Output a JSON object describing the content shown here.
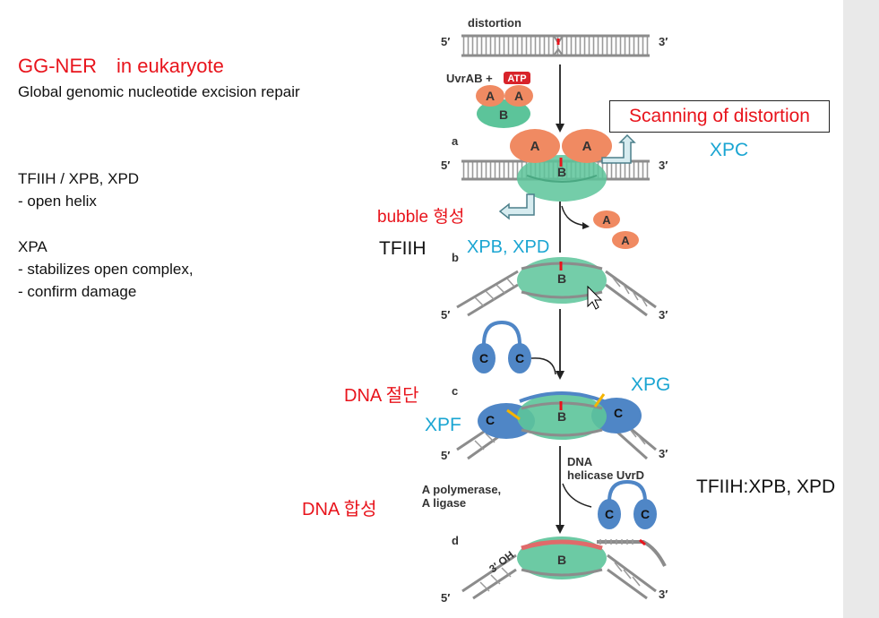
{
  "slide": {
    "title_part1": "GG-NER",
    "title_part2": "in eukaryote",
    "subtitle": "Global genomic nucleotide excision repair",
    "notes": [
      "TFIIH / XPB, XPD",
      "-  open helix",
      "XPA",
      "- stabilizes open complex,",
      "- confirm damage"
    ]
  },
  "overlays": {
    "scanning": "Scanning of distortion",
    "xpc": "XPC",
    "bubble": "bubble 형성",
    "tfiih": "TFIIH",
    "xpb_xpd": "XPB, XPD",
    "dna_cut": "DNA 절단",
    "xpg": "XPG",
    "xpf": "XPF",
    "dna_synth": "DNA 합성",
    "tfiih_xpb_xpd": "TFIIH:XPB, XPD"
  },
  "diagram": {
    "distortion": "distortion",
    "five_prime": "5′",
    "three_prime": "3′",
    "uvrab_atp": "UvrAB +",
    "atp": "ATP",
    "protein_a": "A",
    "protein_b": "B",
    "protein_c": "C",
    "step_a": "a",
    "step_b": "b",
    "step_c": "c",
    "step_d": "d",
    "dna": "DNA",
    "helicase": "helicase UvrD",
    "polymerase": "DNA polymerase,",
    "ligase": "DNA ligase",
    "three_oh": "3′ OH"
  },
  "colors": {
    "red_label": "#e8141c",
    "cyan_label": "#1aa5d2",
    "protein_a": "#f08a62",
    "protein_b": "#5cc49a",
    "protein_c": "#4f86c6",
    "dna_strand": "#8c8c8c"
  }
}
